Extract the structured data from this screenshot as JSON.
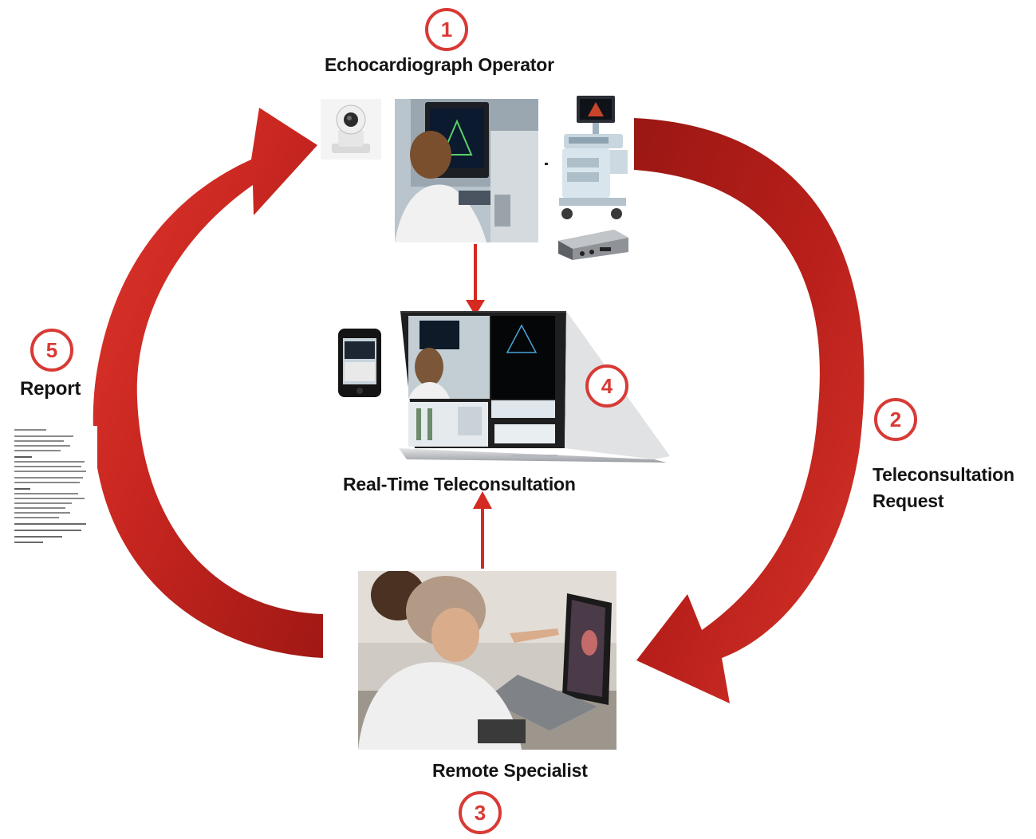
{
  "diagram": {
    "steps": [
      {
        "number": "1",
        "label": "Echocardiograph Operator"
      },
      {
        "number": "2",
        "label": "Teleconsultation Request"
      },
      {
        "number": "3",
        "label": "Remote Specialist"
      },
      {
        "number": "4",
        "label": "Real-Time Teleconsultation"
      },
      {
        "number": "5",
        "label": "Report"
      }
    ],
    "labels": {
      "operator": "Echocardiograph Operator",
      "request_line1": "Teleconsultation",
      "request_line2": "Request",
      "specialist": "Remote Specialist",
      "realtime": "Real-Time Teleconsultation",
      "report": "Report"
    },
    "colors": {
      "arrow_red": "#d42a22",
      "arrow_dark": "#8e1512",
      "circle_border": "#d83a35"
    },
    "images": {
      "camera": "ptz-camera-icon",
      "operator_photo": "operator-at-station-photo",
      "echo_machine": "ultrasound-cart-icon",
      "encoder": "video-encoder-box-icon",
      "phone": "smartphone-icon",
      "laptop": "laptop-icon",
      "specialist_photo": "specialist-at-laptop-photo",
      "report_doc": "report-document-icon"
    }
  }
}
